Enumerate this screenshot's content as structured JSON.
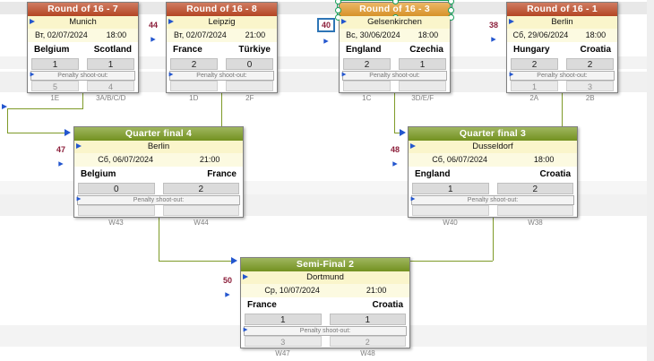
{
  "labels": {
    "penalty": "Penalty shoot-out:"
  },
  "colors": {
    "r16_header": "#BE4A26",
    "selected_header": "#E49B2D",
    "final_header": "#7A9A22",
    "flag_blue": "#2356CE",
    "connector_green": "#7E9A28",
    "match_number": "#8C1F3B",
    "selected_cell_border": "#2E75B6",
    "selection_handle_green": "#18A05A"
  },
  "cards": [
    {
      "id": "r16-7",
      "title": "Round of 16 - 7",
      "header_color": "#BE4A26",
      "number": "",
      "number_selected": false,
      "selected": false,
      "venue": "Munich",
      "date": "Вт, 02/07/2024",
      "time": "18:00",
      "home_team": "Belgium",
      "away_team": "Scotland",
      "home_score": "1",
      "away_score": "1",
      "home_pen": "5",
      "away_pen": "4",
      "home_source": "1E",
      "away_source": "3A/B/C/D"
    },
    {
      "id": "r16-8",
      "title": "Round of 16 - 8",
      "header_color": "#BE4A26",
      "number": "44",
      "number_selected": false,
      "selected": false,
      "venue": "Leipzig",
      "date": "Вт, 02/07/2024",
      "time": "21:00",
      "home_team": "France",
      "away_team": "Türkiye",
      "home_score": "2",
      "away_score": "0",
      "home_pen": "",
      "away_pen": "",
      "home_source": "1D",
      "away_source": "2F"
    },
    {
      "id": "r16-3",
      "title": "Round of 16 - 3",
      "header_color": "#E49B2D",
      "number": "40",
      "number_selected": true,
      "selected": true,
      "venue": "Gelsenkirchen",
      "date": "Вс, 30/06/2024",
      "time": "18:00",
      "home_team": "England",
      "away_team": "Czechia",
      "home_score": "2",
      "away_score": "1",
      "home_pen": "",
      "away_pen": "",
      "home_source": "1C",
      "away_source": "3D/E/F"
    },
    {
      "id": "r16-1",
      "title": "Round of 16 - 1",
      "header_color": "#BE4A26",
      "number": "38",
      "number_selected": false,
      "selected": false,
      "venue": "Berlin",
      "date": "Сб, 29/06/2024",
      "time": "18:00",
      "home_team": "Hungary",
      "away_team": "Croatia",
      "home_score": "2",
      "away_score": "2",
      "home_pen": "1",
      "away_pen": "3",
      "home_source": "2A",
      "away_source": "2B"
    },
    {
      "id": "qf4",
      "title": "Quarter final 4",
      "header_color": "#7A9A22",
      "number": "47",
      "number_selected": false,
      "selected": false,
      "venue": "Berlin",
      "date": "Сб, 06/07/2024",
      "time": "21:00",
      "home_team": "Belgium",
      "away_team": "France",
      "home_score": "0",
      "away_score": "2",
      "home_pen": "",
      "away_pen": "",
      "home_source": "W43",
      "away_source": "W44"
    },
    {
      "id": "qf3",
      "title": "Quarter final 3",
      "header_color": "#7A9A22",
      "number": "48",
      "number_selected": false,
      "selected": false,
      "venue": "Dusseldorf",
      "date": "Сб, 06/07/2024",
      "time": "18:00",
      "home_team": "England",
      "away_team": "Croatia",
      "home_score": "1",
      "away_score": "2",
      "home_pen": "",
      "away_pen": "",
      "home_source": "W40",
      "away_source": "W38"
    },
    {
      "id": "sf2",
      "title": "Semi-Final 2",
      "header_color": "#7A9A22",
      "number": "50",
      "number_selected": false,
      "selected": false,
      "venue": "Dortmund",
      "date": "Ср, 10/07/2024",
      "time": "21:00",
      "home_team": "France",
      "away_team": "Croatia",
      "home_score": "1",
      "away_score": "1",
      "home_pen": "3",
      "away_pen": "2",
      "home_source": "W47",
      "away_source": "W48"
    }
  ]
}
